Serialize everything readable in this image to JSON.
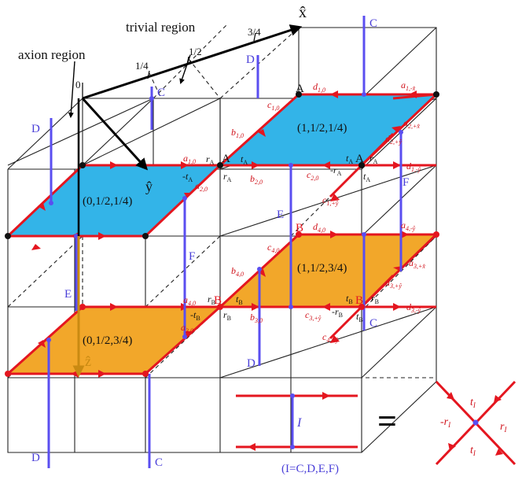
{
  "labels": {
    "x_hat": "x̂",
    "y_hat": "ŷ",
    "z_hat": "ẑ",
    "trivial_region": "trivial region",
    "axion_region": "axion region",
    "tick_0": "0",
    "tick_14": "1/4",
    "tick_12": "1/2",
    "tick_34": "3/4",
    "plane_01214": "(0,1/2,1/4)",
    "plane_11214": "(1,1/2,1/4)",
    "plane_11234": "(1,1/2,3/4)",
    "plane_01234": "(0,1/2,3/4)",
    "site_A": "A",
    "site_B": "B",
    "line_C": "C",
    "line_D": "D",
    "line_E": "E",
    "line_F": "F",
    "legend_I": "I",
    "legend_caption": "(I=C,D,E,F)",
    "equals": "=",
    "t_I": "t",
    "minus_r_I": "-r",
    "r_I": "r",
    "t_I_bottom": "t",
    "sub_I": "I",
    "rA": "r",
    "tA": "t",
    "minus_tA": "-t",
    "minus_rA": "-r",
    "rB": "r",
    "tB": "t",
    "minus_tB": "-t",
    "minus_rB": "-r",
    "sub_A": "A",
    "sub_B": "B",
    "a10": "a",
    "a20": "a",
    "a30": "a",
    "a40": "a",
    "b10": "b",
    "b20": "b",
    "b30": "b",
    "b40": "b",
    "c10": "c",
    "c20": "c",
    "c30": "c",
    "c40": "c",
    "d10": "d",
    "d20": "d",
    "d30": "d",
    "d40": "d",
    "sub_10": "1,0",
    "sub_20": "2,0",
    "sub_30": "3,0",
    "sub_40": "4,0",
    "sub_1mx": "1,-x̂",
    "sub_2px": "2,+x̂",
    "sub_2py": "2,+ŷ",
    "sub_1py": "1,+ŷ",
    "sub_1my": "1,-ŷ",
    "sub_4my": "4,-ŷ",
    "sub_3px": "3,+x̂",
    "sub_3py": "3,+ŷ",
    "sub_3my": "3,-ŷ",
    "sub_4py": "4,+ŷ",
    "c_1py": "c",
    "c_3py": "c",
    "c_4py": "c",
    "a_1mx": "a",
    "a_2px": "a",
    "a_4my": "a",
    "a_3px": "a",
    "d_2py": "d",
    "d_1my": "d",
    "d_3py": "d",
    "d_3my": "d"
  },
  "colors": {
    "cyan_plane": "#33b4e8",
    "orange_plane": "#f2a72a",
    "red_line": "#e4161f",
    "blue_line": "#5a4ef0",
    "black": "#000000"
  }
}
